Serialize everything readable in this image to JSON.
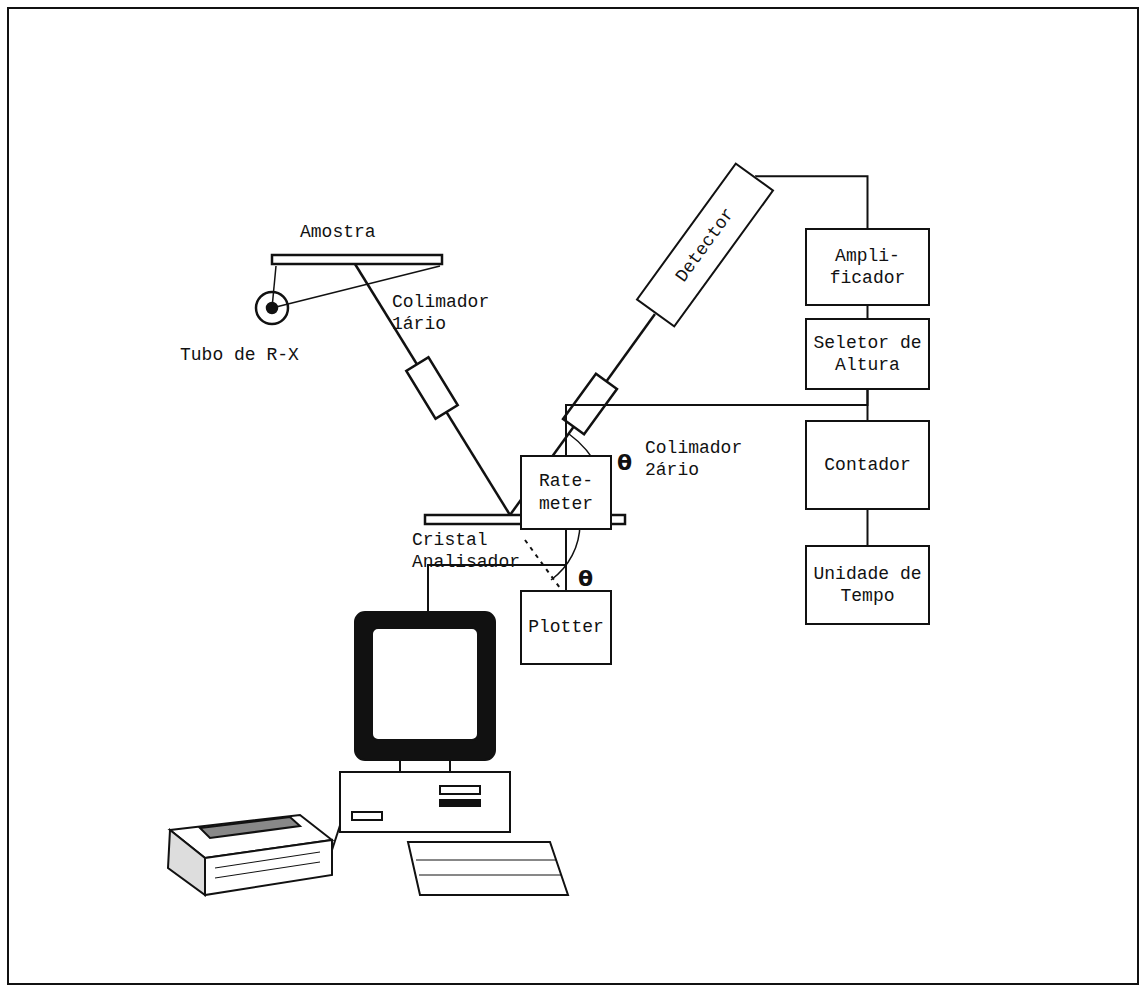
{
  "diagram": {
    "nodes": [
      {
        "text": [
          "Detector"
        ]
      },
      {
        "text": [
          "Ampli- ficador"
        ]
      },
      {
        "text": [
          "Seletor de Altura"
        ]
      },
      {
        "text": [
          "Rate- meter"
        ]
      },
      {
        "text": [
          "Contador"
        ]
      },
      {
        "text": [
          "Plotter"
        ]
      },
      {
        "text": [
          "Unidade de Tempo"
        ]
      }
    ],
    "edges": [
      {
        "from": 0,
        "to": 1,
        "arrow": "none"
      },
      {
        "from": 1,
        "to": 2,
        "arrow": "none"
      },
      {
        "from": 2,
        "to": 3,
        "arrow": "none"
      },
      {
        "from": 2,
        "to": 4,
        "arrow": "none"
      },
      {
        "from": 4,
        "to": 6,
        "arrow": "none"
      },
      {
        "from": 3,
        "to": 5,
        "arrow": "none"
      }
    ],
    "labels": [
      "Amostra",
      "Colimador 1ário",
      "Tubo de R-X",
      "Colimador 2ário",
      "θ",
      "Cristal Analisador",
      "θ"
    ]
  }
}
